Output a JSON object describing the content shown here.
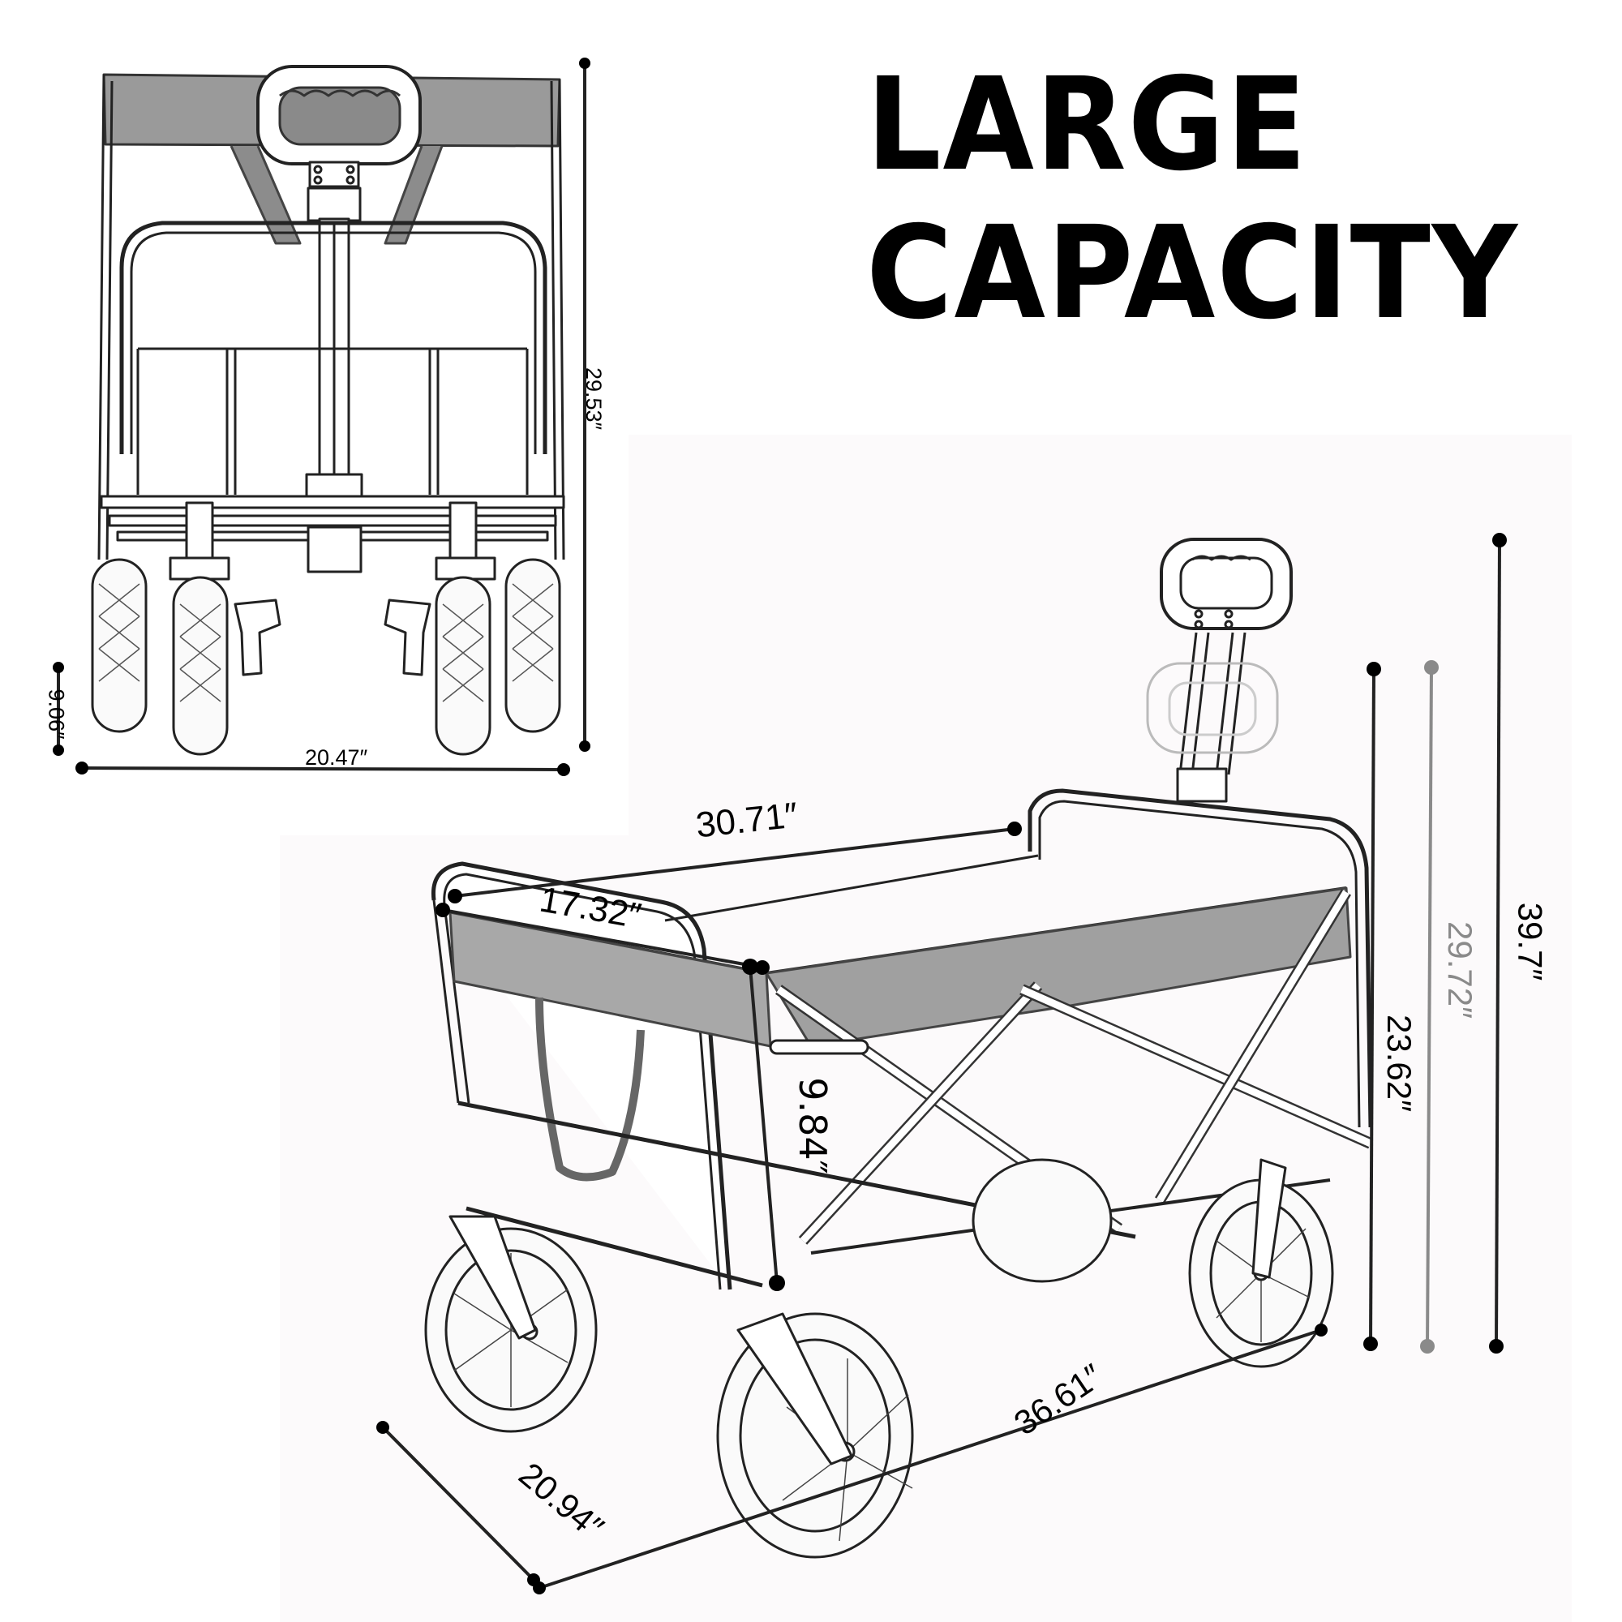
{
  "headline": {
    "line1": "LARGE",
    "line2": "CAPACITY"
  },
  "front_view": {
    "dimensions": {
      "height": "29.53″",
      "width": "20.47″",
      "ground_clearance": "9.06″"
    }
  },
  "isometric_view": {
    "dimensions": {
      "top_length": "30.71″",
      "top_width": "17.32″",
      "bed_depth": "9.84″",
      "body_height": "23.62″",
      "handle_folded_height": "29.72″",
      "handle_extended_height": "39.7″",
      "base_width": "20.94″",
      "base_length": "36.61″"
    }
  },
  "colors": {
    "dimension_line": "#222222",
    "dimension_line_secondary": "#8a8a8a",
    "background_tint": "#fcfafb",
    "headline": "#000000"
  }
}
